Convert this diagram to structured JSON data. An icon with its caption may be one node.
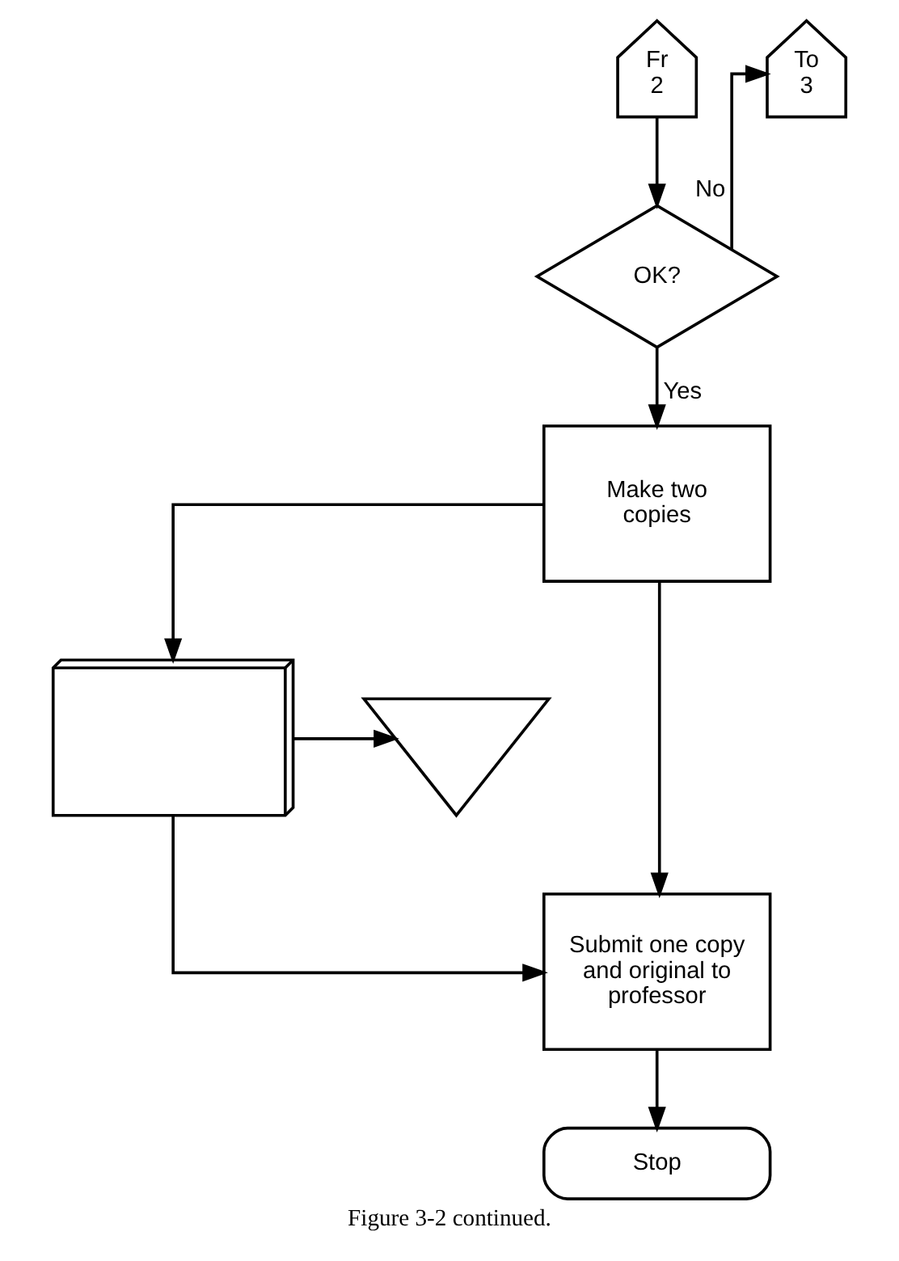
{
  "diagram": {
    "caption": "Figure 3-2 continued.",
    "nodes": [
      {
        "text": [
          "Fr 2"
        ]
      },
      {
        "text": [
          "To 3"
        ]
      },
      {
        "text": [
          "OK?"
        ]
      },
      {
        "text": [
          "Make two copies"
        ]
      },
      {
        "text": [],
        "shape": "document"
      },
      {
        "text": [],
        "shape": "triangle"
      },
      {
        "text": [
          "Submit one copy and original to professor"
        ]
      },
      {
        "text": [
          "Stop"
        ]
      }
    ],
    "edges": [
      {
        "from": 0,
        "to": 2,
        "arrow": "to"
      },
      {
        "from": 2,
        "to": 1,
        "arrow": "to",
        "label": "No"
      },
      {
        "from": 2,
        "to": 3,
        "arrow": "to",
        "label": "Yes"
      },
      {
        "from": 3,
        "to": 4,
        "arrow": "to"
      },
      {
        "from": 4,
        "to": 5,
        "arrow": "to"
      },
      {
        "from": 3,
        "to": 6,
        "arrow": "to"
      },
      {
        "from": 4,
        "to": 6,
        "arrow": "to"
      },
      {
        "from": 6,
        "to": 7,
        "arrow": "to"
      }
    ]
  }
}
